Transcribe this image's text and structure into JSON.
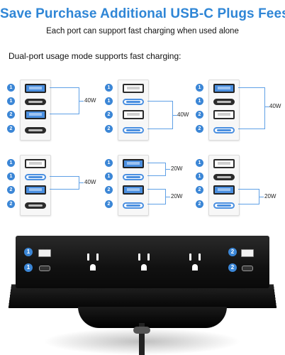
{
  "header": {
    "title": "Save Purchase Additional USB-C Plugs Fees",
    "subtitle": "Each port can support fast charging when used alone",
    "mode_label": "Dual-port usage mode supports fast charging:"
  },
  "port_numbers": [
    "1",
    "1",
    "2",
    "2"
  ],
  "diagrams": [
    {
      "active": [
        "A1",
        "A2"
      ],
      "watts": [
        "40W"
      ]
    },
    {
      "active": [
        "C1",
        "C2"
      ],
      "watts": [
        "40W"
      ]
    },
    {
      "active": [
        "A1",
        "C2"
      ],
      "watts": [
        "40W"
      ]
    },
    {
      "active": [
        "C1",
        "A2"
      ],
      "watts": [
        "40W"
      ]
    },
    {
      "active": [
        "A1",
        "C1",
        "A2",
        "C2"
      ],
      "watts": [
        "20W",
        "20W"
      ]
    },
    {
      "active": [
        "A2",
        "C2"
      ],
      "watts": [
        "20W"
      ]
    }
  ],
  "strip": {
    "left_badges": [
      "1",
      "1"
    ],
    "right_badges": [
      "2",
      "2"
    ]
  },
  "colors": {
    "accent": "#2f86d6",
    "badge": "#3b86d6",
    "bracket": "#5fa0e6",
    "strip": "#111111"
  }
}
